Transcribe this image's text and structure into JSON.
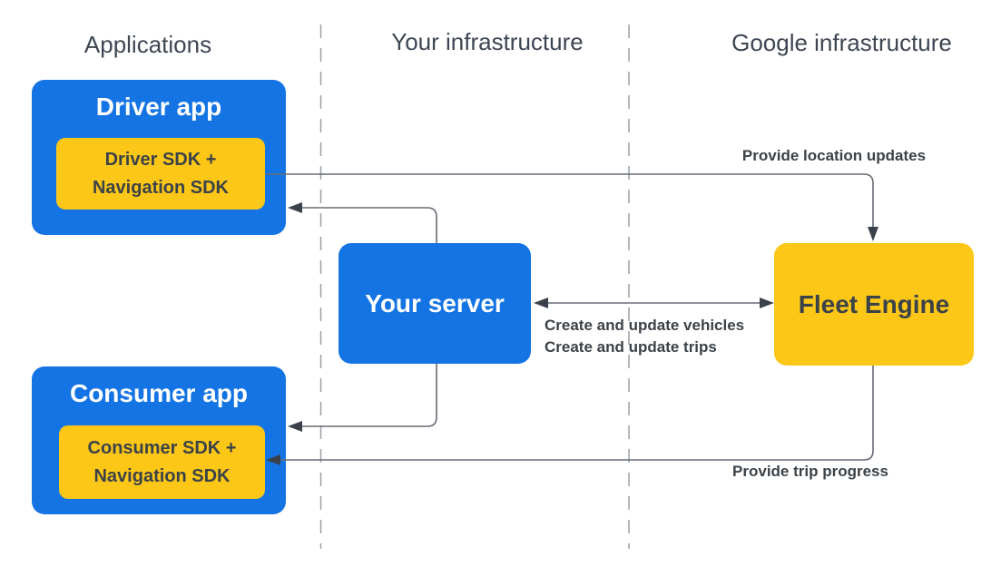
{
  "diagram": {
    "columns": [
      {
        "label": "Applications"
      },
      {
        "label": "Your infrastructure"
      },
      {
        "label": "Google infrastructure"
      }
    ],
    "nodes": {
      "driver_app": {
        "title": "Driver app",
        "sdk_line1": "Driver SDK +",
        "sdk_line2": "Navigation SDK"
      },
      "consumer_app": {
        "title": "Consumer app",
        "sdk_line1": "Consumer SDK +",
        "sdk_line2": "Navigation SDK"
      },
      "your_server": {
        "title": "Your server"
      },
      "fleet_engine": {
        "title": "Fleet Engine"
      }
    },
    "edges": {
      "location_updates": {
        "label": "Provide location updates"
      },
      "server_fleet": {
        "label_line1": "Create and update vehicles",
        "label_line2": "Create and update trips"
      },
      "trip_progress": {
        "label": "Provide trip progress"
      }
    },
    "colors": {
      "blue": "#1574E4",
      "yellow": "#FCC717",
      "dark_text": "#3B4248",
      "header_text": "#3E4653",
      "line": "#666C75",
      "arrowhead": "#3A414B",
      "dashed_line": "#9AA0A6",
      "white_text": "#FFFFFF"
    }
  }
}
